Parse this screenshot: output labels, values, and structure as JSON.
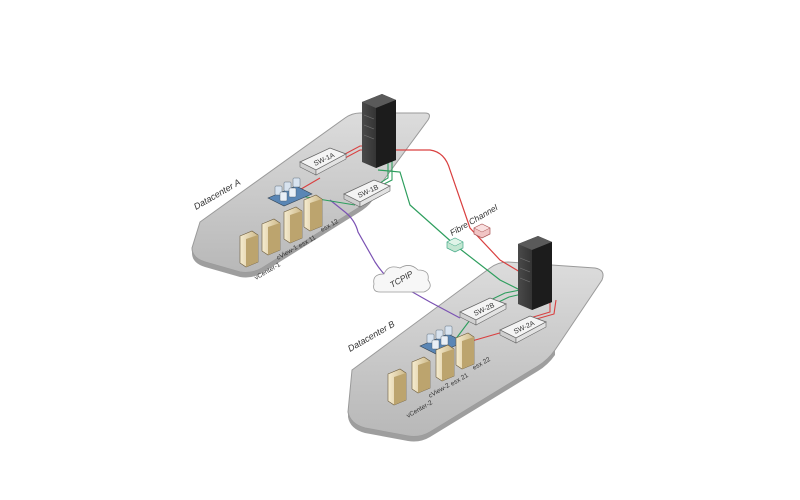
{
  "datacenters": {
    "a": {
      "label": "Datacenter A"
    },
    "b": {
      "label": "Datacenter B"
    }
  },
  "switches": {
    "sw1a": "SW-1A",
    "sw1b": "SW-1B",
    "sw2b": "SW-2B",
    "sw2a": "SW-2A"
  },
  "hosts": {
    "esx11": "esx 11",
    "esx12": "esx 12",
    "esx21": "esx 21",
    "esx22": "esx 22",
    "cview1": "cView-1",
    "cview2": "cView-2",
    "vcenter1": "vCenter-1",
    "vcenter2": "vCenter-2"
  },
  "links": {
    "fibre_channel": "Fibre Channel",
    "tcpip": "TCPIP"
  },
  "colors": {
    "red_link": "#d94040",
    "green_link": "#2e9e5e",
    "purple_link": "#7b52b3",
    "platform": "#c8c8c8",
    "storage": "#2a2a2a"
  },
  "icons": [
    "storage-array-icon",
    "switch-icon",
    "server-icon",
    "vm-cluster-icon",
    "fc-router-icon",
    "cloud-icon"
  ]
}
